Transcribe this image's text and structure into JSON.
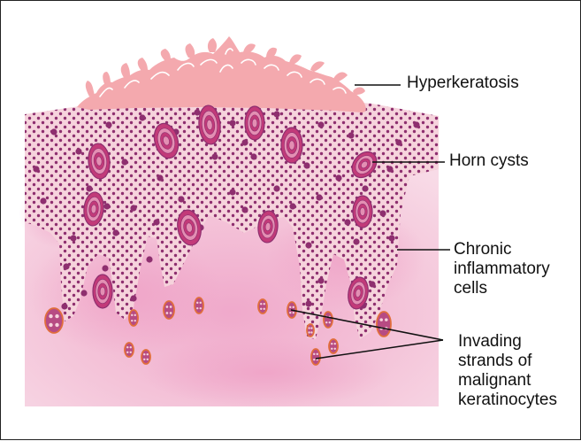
{
  "figure": {
    "labels": {
      "hyperkeratosis": "Hyperkeratosis",
      "horn_cysts": "Horn cysts",
      "inflammatory_cells": "Chronic\ninflammatory\ncells",
      "invading_strands": "Invading\nstrands of\nmalignant\nkeratinocytes"
    },
    "colors": {
      "keratin": "#f4a9ae",
      "epidermis": "#f6d3dc",
      "dots": "#8e2f6f",
      "dermis": "#f3bfd6",
      "horn_cyst_outer": "#c23a79",
      "horn_cyst_inner": "#e38fb3",
      "invasion_nest": "#e16e3c"
    }
  }
}
